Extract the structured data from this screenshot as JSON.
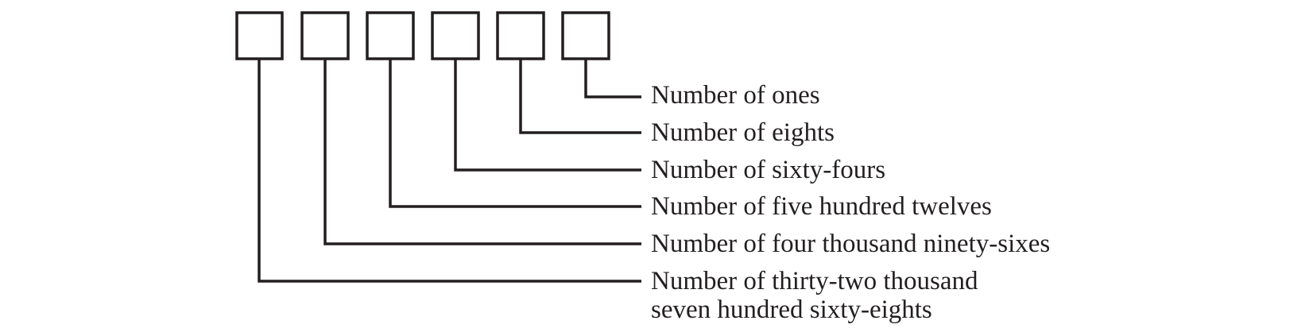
{
  "diagram": {
    "box_count": 6,
    "labels": [
      {
        "lines": [
          "Number of ones"
        ]
      },
      {
        "lines": [
          "Number of eights"
        ]
      },
      {
        "lines": [
          "Number of sixty-fours"
        ]
      },
      {
        "lines": [
          "Number of five hundred twelves"
        ]
      },
      {
        "lines": [
          "Number of four thousand ninety-sixes"
        ]
      },
      {
        "lines": [
          "Number of thirty-two thousand",
          "seven hundred sixty-eights"
        ]
      }
    ],
    "colors": {
      "stroke": "#231f20",
      "text": "#231f20"
    }
  }
}
